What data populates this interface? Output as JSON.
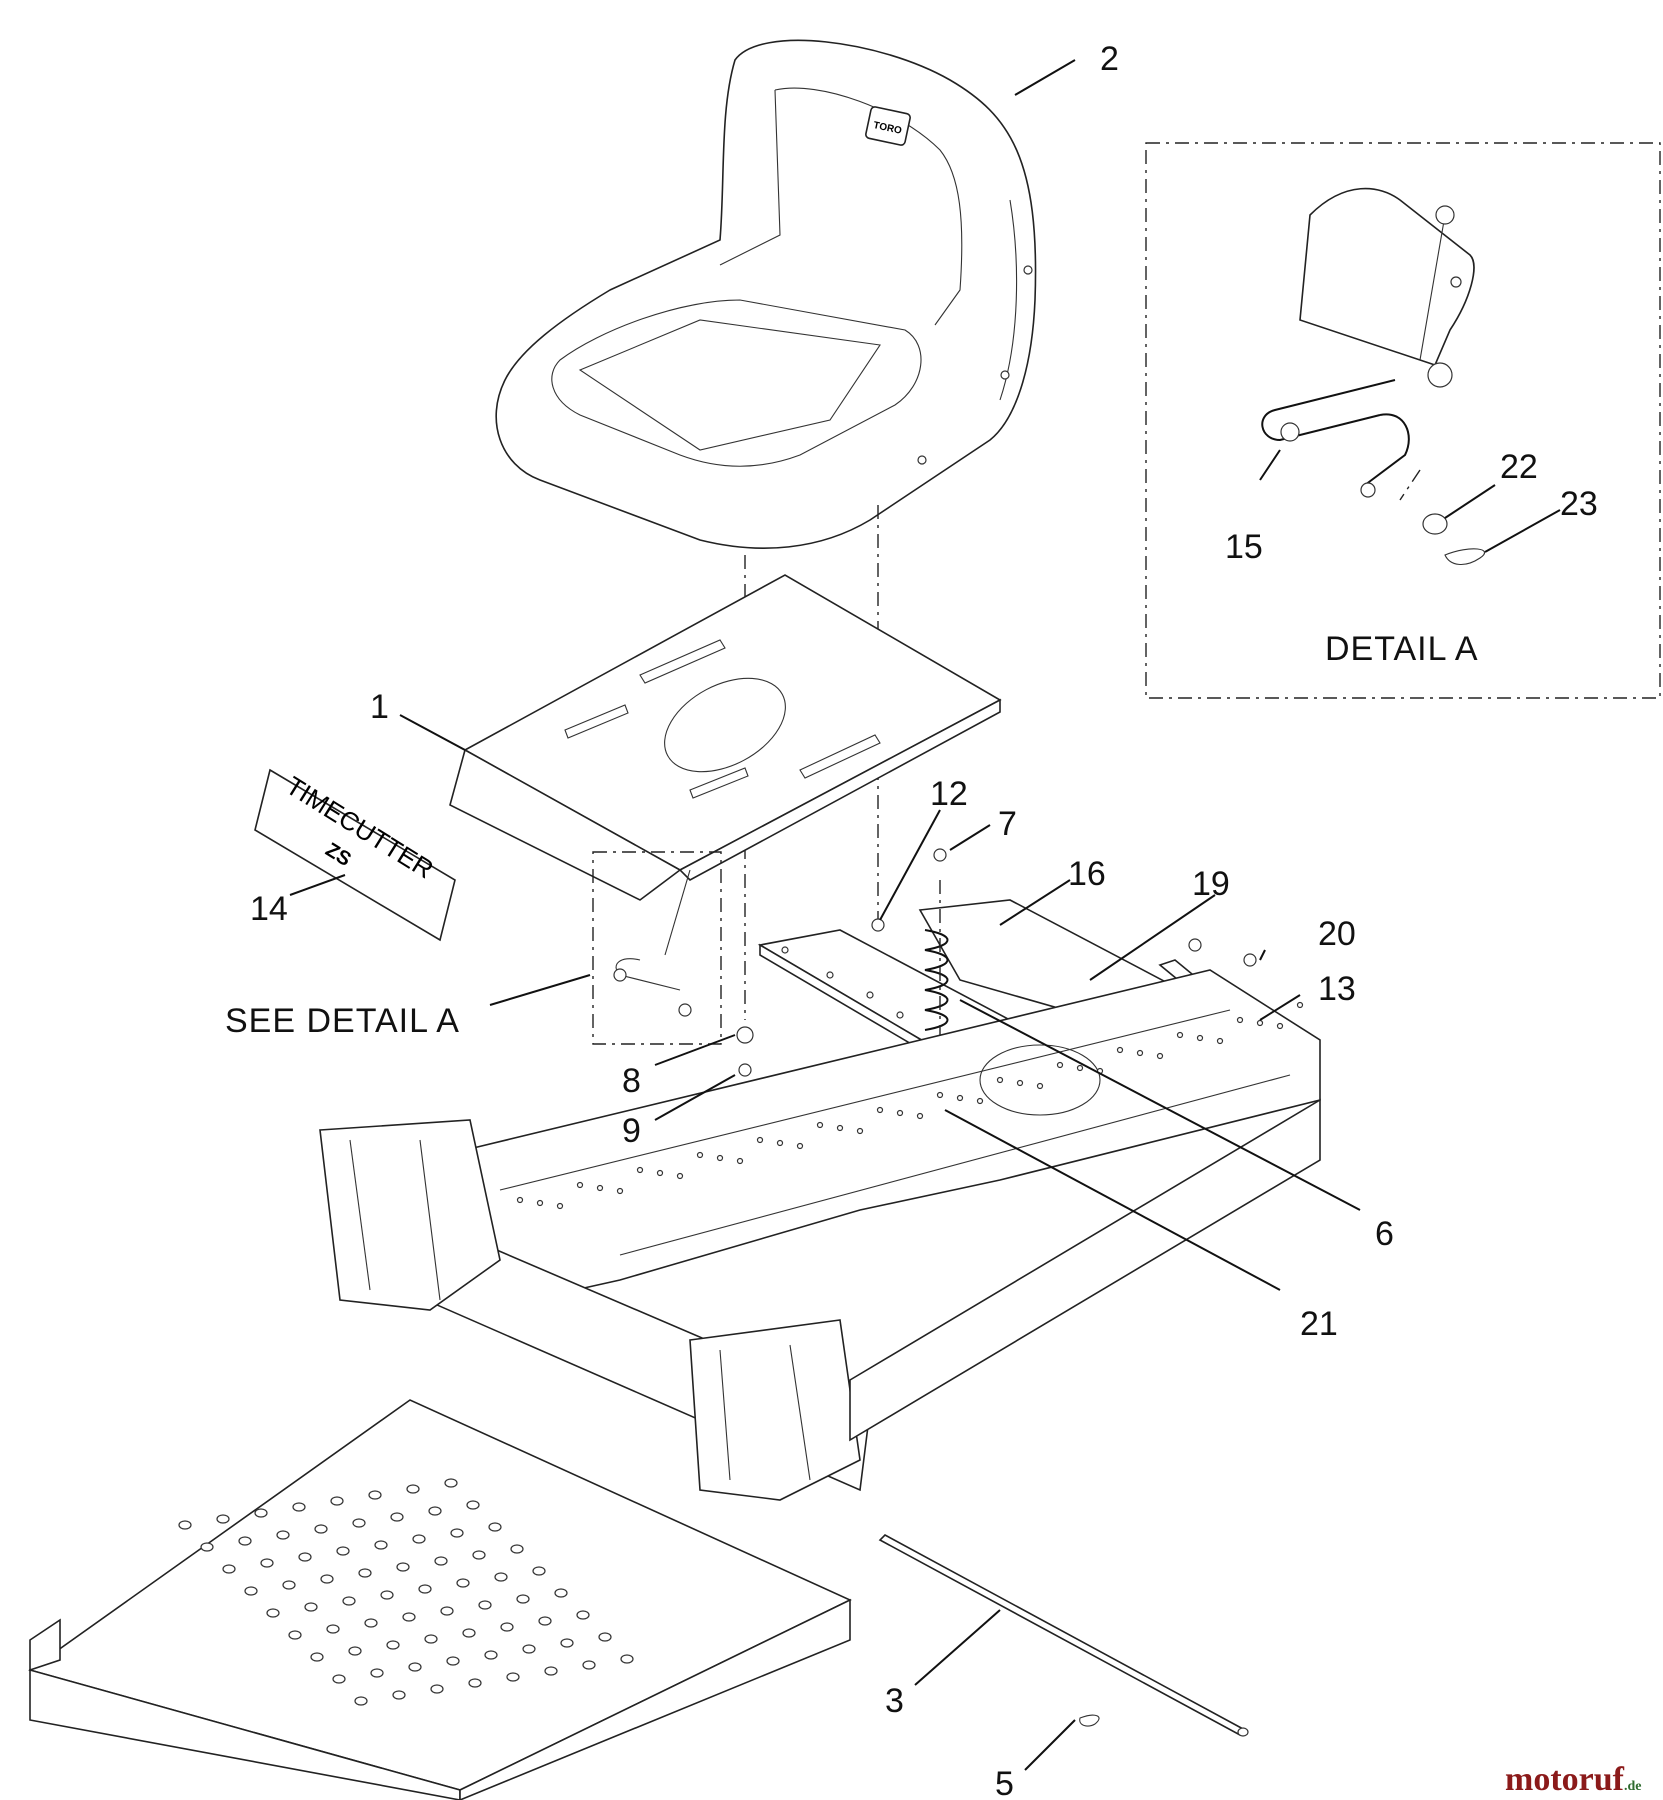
{
  "callouts": [
    {
      "id": "c1",
      "text": "1"
    },
    {
      "id": "c2",
      "text": "2"
    },
    {
      "id": "c3",
      "text": "3"
    },
    {
      "id": "c5",
      "text": "5"
    },
    {
      "id": "c6",
      "text": "6"
    },
    {
      "id": "c7",
      "text": "7"
    },
    {
      "id": "c8",
      "text": "8"
    },
    {
      "id": "c9",
      "text": "9"
    },
    {
      "id": "c12",
      "text": "12"
    },
    {
      "id": "c13",
      "text": "13"
    },
    {
      "id": "c14",
      "text": "14"
    },
    {
      "id": "c15",
      "text": "15"
    },
    {
      "id": "c16",
      "text": "16"
    },
    {
      "id": "c19",
      "text": "19"
    },
    {
      "id": "c20",
      "text": "20"
    },
    {
      "id": "c21",
      "text": "21"
    },
    {
      "id": "c22",
      "text": "22"
    },
    {
      "id": "c23",
      "text": "23"
    }
  ],
  "detail_title": "DETAIL  A",
  "see_detail": "SEE DETAIL  A",
  "decal_text": "TIMECUTTER",
  "decal_sub": "ZS",
  "seat_logo": "TORO",
  "watermark": {
    "main": "motoruf",
    "suffix": ".de"
  },
  "colors": {
    "watermark_a": "#8b1a1a",
    "watermark_b": "#2f6b2f"
  }
}
